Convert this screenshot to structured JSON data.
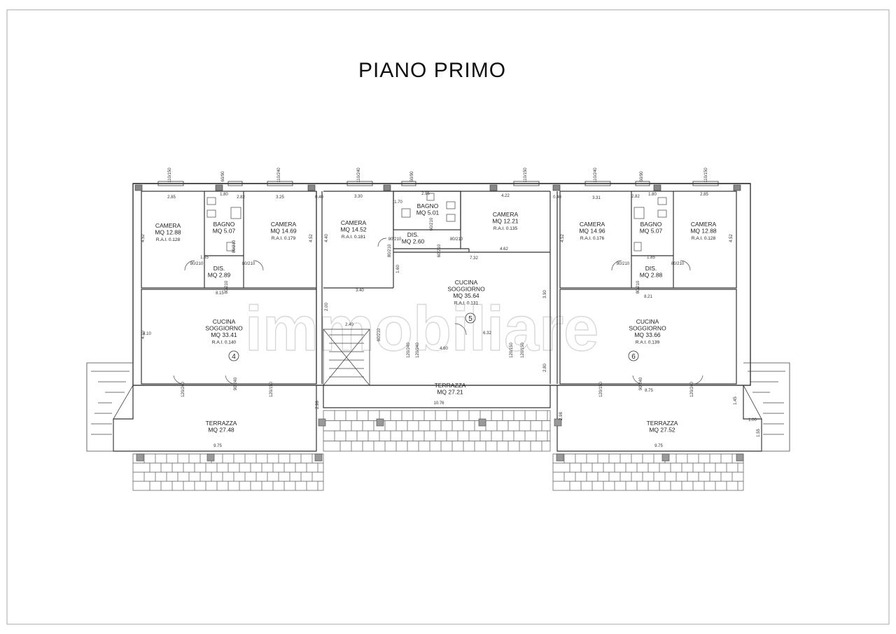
{
  "title": "PIANO PRIMO",
  "watermark": "immobiliare",
  "unit_numbers": [
    "4",
    "5",
    "6"
  ],
  "rooms": [
    {
      "id": "u4-camera-a",
      "lines": [
        "CAMERA",
        "MQ 12.88",
        "R.A.I. 0.128"
      ]
    },
    {
      "id": "u4-bagno",
      "lines": [
        "BAGNO",
        "MQ 5.07"
      ]
    },
    {
      "id": "u4-camera-b",
      "lines": [
        "CAMERA",
        "MQ 14.69",
        "R.A.I. 0.179"
      ]
    },
    {
      "id": "u4-dis",
      "lines": [
        "DIS.",
        "MQ 2.89"
      ]
    },
    {
      "id": "u4-cucina",
      "lines": [
        "CUCINA",
        "SOGGIORNO",
        "MQ 33.41",
        "R.A.I. 0.140"
      ]
    },
    {
      "id": "u4-terrazza",
      "lines": [
        "TERRAZZA",
        "MQ 27.48"
      ]
    },
    {
      "id": "u5-camera-a",
      "lines": [
        "CAMERA",
        "MQ 14.52",
        "R.A.I. 0.181"
      ]
    },
    {
      "id": "u5-bagno",
      "lines": [
        "BAGNO",
        "MQ 5.01"
      ]
    },
    {
      "id": "u5-dis",
      "lines": [
        "DIS.",
        "MQ 2.60"
      ]
    },
    {
      "id": "u5-camera-b",
      "lines": [
        "CAMERA",
        "MQ 12.21",
        "R.A.I. 0.135"
      ]
    },
    {
      "id": "u5-cucina",
      "lines": [
        "CUCINA",
        "SOGGIORNO",
        "MQ 35.64",
        "R.A.I. 0.131"
      ]
    },
    {
      "id": "u5-terrazza",
      "lines": [
        "TERRAZZA",
        "MQ 27.21"
      ]
    },
    {
      "id": "u6-camera-a",
      "lines": [
        "CAMERA",
        "MQ 14.96",
        "R.A.I. 0.176"
      ]
    },
    {
      "id": "u6-bagno",
      "lines": [
        "BAGNO",
        "MQ 5.07"
      ]
    },
    {
      "id": "u6-camera-b",
      "lines": [
        "CAMERA",
        "MQ 12.88",
        "R.A.I. 0.128"
      ]
    },
    {
      "id": "u6-dis",
      "lines": [
        "DIS.",
        "MQ 2.88"
      ]
    },
    {
      "id": "u6-cucina",
      "lines": [
        "CUCINA",
        "SOGGIORNO",
        "MQ 33.66",
        "R.A.I. 0.139"
      ]
    },
    {
      "id": "u6-terrazza",
      "lines": [
        "TERRAZZA",
        "MQ 27.52"
      ]
    }
  ],
  "dimensions": [
    "2.85",
    "1.80",
    "2.82",
    "3.25",
    "0.40",
    "3.30",
    "2.95",
    "1.70",
    "4.22",
    "0.40",
    "3.31",
    "2.82",
    "1.80",
    "2.85",
    "4.52",
    "4.52",
    "4.40",
    "4.62",
    "4.52",
    "4.52",
    "1.85",
    "1.85",
    "7.32",
    "1.60",
    "3.40",
    "8.15",
    "8.21",
    "2.00",
    "3.90",
    "4.10",
    "4.10",
    "2.40",
    "6.32",
    "4.60",
    "2.80",
    "8.75",
    "2.98",
    "2.98",
    "10.76",
    "9.75",
    "9.75",
    "1.45",
    "1.00",
    "1.55"
  ],
  "window_codes": [
    "110/150",
    "60/90",
    "110/240",
    "110/240",
    "60/90",
    "110/150",
    "110/240",
    "60/90",
    "110/150",
    "120/240",
    "120/150",
    "120/240",
    "120/150",
    "120/150",
    "120/240",
    "120/150",
    "120/240",
    "80/210",
    "80/210",
    "80/210",
    "80/210",
    "80/210",
    "80/210",
    "80/210",
    "80/210",
    "80/210",
    "80/210",
    "60/210",
    "60/210",
    "60/210",
    "90/240",
    "90/240"
  ]
}
